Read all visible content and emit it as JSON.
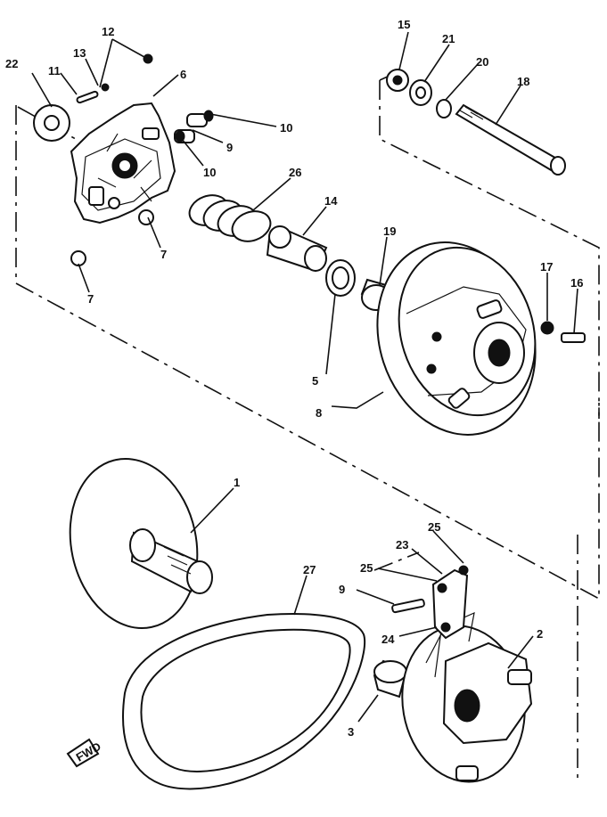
{
  "diagram": {
    "labels": {
      "l1": "1",
      "l2": "2",
      "l3": "3",
      "l5": "5",
      "l6": "6",
      "l7a": "7",
      "l7b": "7",
      "l8": "8",
      "l9a": "9",
      "l9b": "9",
      "l10a": "10",
      "l10b": "10",
      "l11": "11",
      "l12": "12",
      "l13": "13",
      "l14": "14",
      "l15": "15",
      "l16": "16",
      "l17": "17",
      "l18": "18",
      "l19": "19",
      "l20": "20",
      "l21": "21",
      "l22": "22",
      "l23": "23",
      "l24": "24",
      "l25a": "25",
      "l25b": "25",
      "l26": "26",
      "l27": "27"
    },
    "front_tag": "FWD",
    "colors": {
      "ink": "#111111",
      "paper": "#ffffff"
    }
  }
}
